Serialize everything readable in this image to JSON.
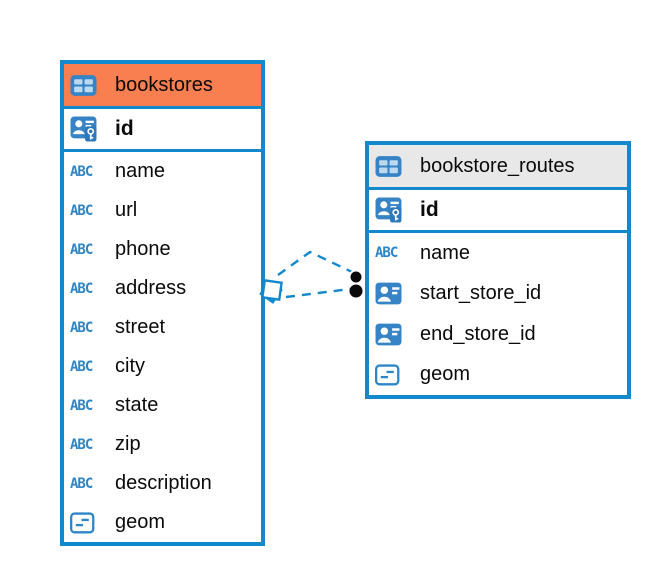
{
  "diagram": {
    "type": "entity-relationship",
    "background": "#ffffff"
  },
  "colors": {
    "table_border": "#1389cd",
    "icon_blue": "#3684c6",
    "icon_cell_light": "#bcd9f0",
    "key_badge_blue": "#2c79be",
    "bookstores_header": "#f97e50",
    "routes_header": "#e8e8e8",
    "relationship_line": "#1389cd",
    "endpoint_dot": "#0a0a0a",
    "text": "#0a0a0a"
  },
  "tables": [
    {
      "title": "bookstores",
      "title_icon": "table-icon",
      "header_color": "#f97e50",
      "primary_key": {
        "name": "id",
        "icon": "primary-key-icon"
      },
      "fields": [
        {
          "name": "name",
          "icon": "text-type-icon"
        },
        {
          "name": "url",
          "icon": "text-type-icon"
        },
        {
          "name": "phone",
          "icon": "text-type-icon"
        },
        {
          "name": "address",
          "icon": "text-type-icon"
        },
        {
          "name": "street",
          "icon": "text-type-icon"
        },
        {
          "name": "city",
          "icon": "text-type-icon"
        },
        {
          "name": "state",
          "icon": "text-type-icon"
        },
        {
          "name": "zip",
          "icon": "text-type-icon"
        },
        {
          "name": "description",
          "icon": "text-type-icon"
        },
        {
          "name": "geom",
          "icon": "geometry-type-icon"
        }
      ]
    },
    {
      "title": "bookstore_routes",
      "title_icon": "table-icon",
      "header_color": "#e8e8e8",
      "primary_key": {
        "name": "id",
        "icon": "primary-key-icon"
      },
      "fields": [
        {
          "name": "name",
          "icon": "text-type-icon"
        },
        {
          "name": "start_store_id",
          "icon": "foreign-key-icon"
        },
        {
          "name": "end_store_id",
          "icon": "foreign-key-icon"
        },
        {
          "name": "geom",
          "icon": "geometry-type-icon"
        }
      ]
    }
  ],
  "relationship": {
    "from": "bookstores",
    "to": "bookstore_routes",
    "line_style": "dashed",
    "line_count": 2,
    "source_marker": "diamond",
    "target_marker": "filled-dots"
  }
}
